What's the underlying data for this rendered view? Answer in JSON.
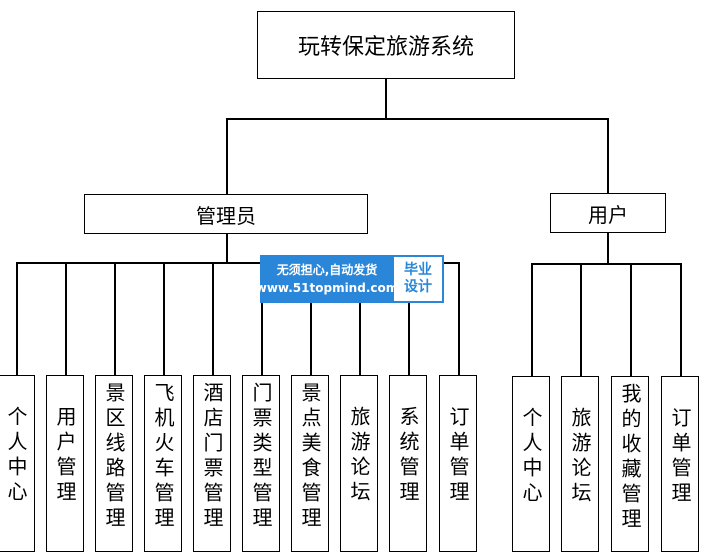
{
  "root": {
    "label": "玩转保定旅游系统"
  },
  "branches": [
    {
      "label": "管理员",
      "children": [
        "个人中心",
        "用户管理",
        "景区线路管理",
        "飞机火车管理",
        "酒店门票管理",
        "门票类型管理",
        "景点美食管理",
        "旅游论坛",
        "系统管理",
        "订单管理"
      ]
    },
    {
      "label": "用户",
      "children": [
        "个人中心",
        "旅游论坛",
        "我的收藏管理",
        "订单管理"
      ]
    }
  ],
  "watermark": {
    "line1": "无须担心,自动发货",
    "line2": "www.51topmind.com",
    "badge_line1": "毕业",
    "badge_line2": "设计"
  }
}
